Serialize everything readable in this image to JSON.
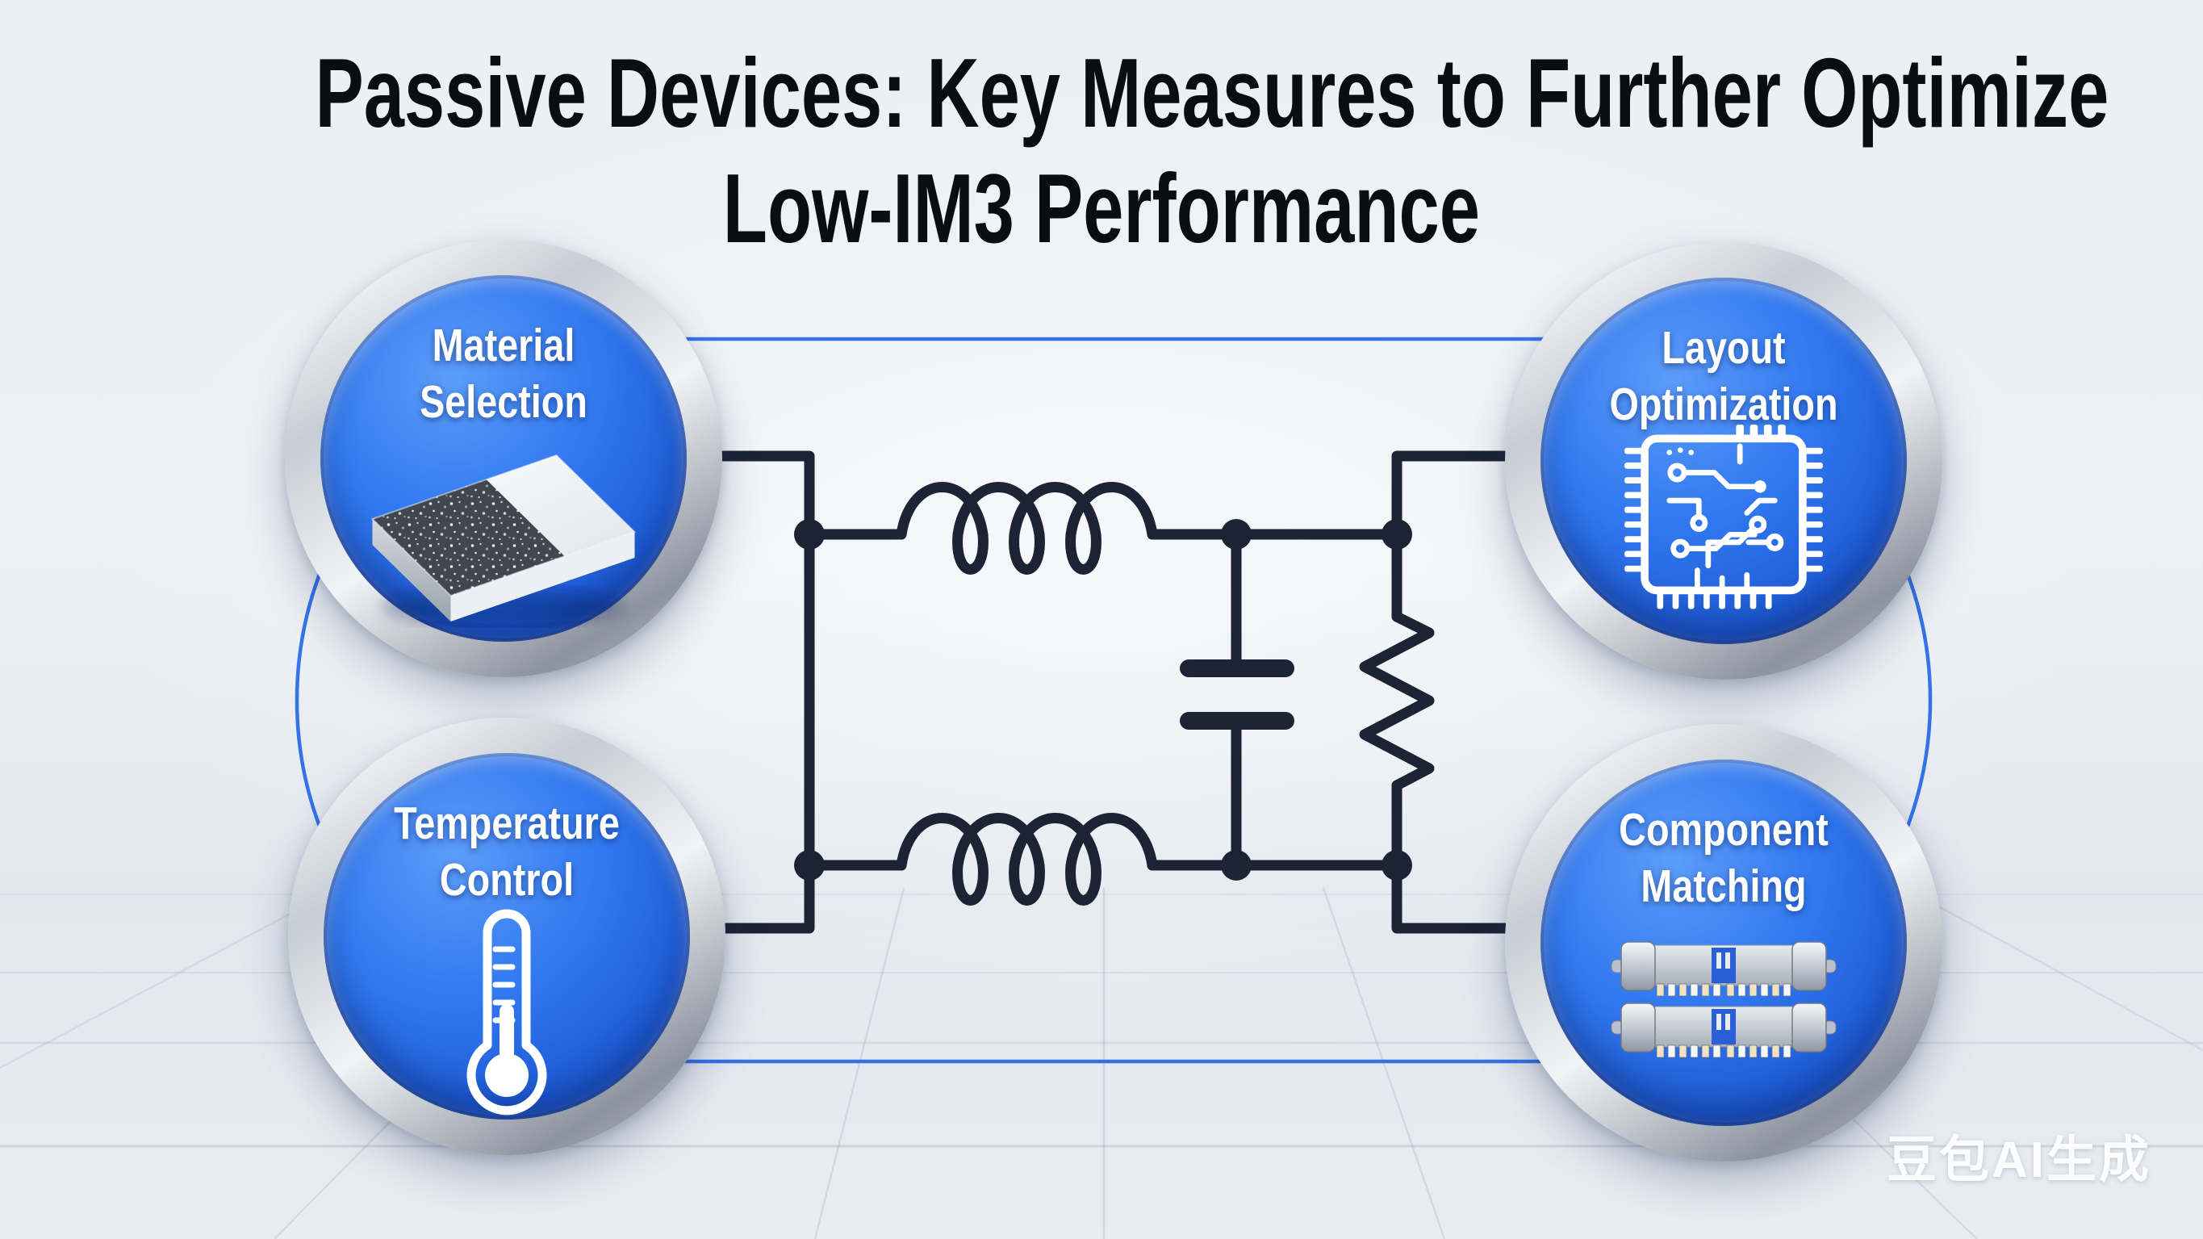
{
  "title": {
    "line1": "Passive Devices: Key Measures to Further Optimize",
    "line2": "Low-IM3 Performance"
  },
  "badges": [
    {
      "id": "material-selection",
      "line1": "Material",
      "line2": "Selection",
      "icon": "ceramic-substrate-icon"
    },
    {
      "id": "layout-optimization",
      "line1": "Layout",
      "line2": "Optimization",
      "icon": "circuit-chip-icon"
    },
    {
      "id": "temperature-control",
      "line1": "Temperature",
      "line2": "Control",
      "icon": "thermometer-icon"
    },
    {
      "id": "component-matching",
      "line1": "Component",
      "line2": "Matching",
      "icon": "matched-components-icon"
    }
  ],
  "schematic": {
    "description": "Two-port low-pass filter: two series inductors, shunt capacitor and shunt resistor",
    "elements": [
      "series-inductor-top",
      "series-inductor-bottom",
      "shunt-capacitor",
      "shunt-resistor"
    ]
  },
  "watermark": {
    "text": "豆包AI生成"
  },
  "colors": {
    "badge_blue": "#2f6fe8",
    "badge_blue_deep": "#1446b5",
    "ring_silver": "#c7cdd5",
    "wire": "#1b2335",
    "connector_blue": "#2b6be8",
    "background": "#edf0f5",
    "title_text": "#0b0d10"
  }
}
